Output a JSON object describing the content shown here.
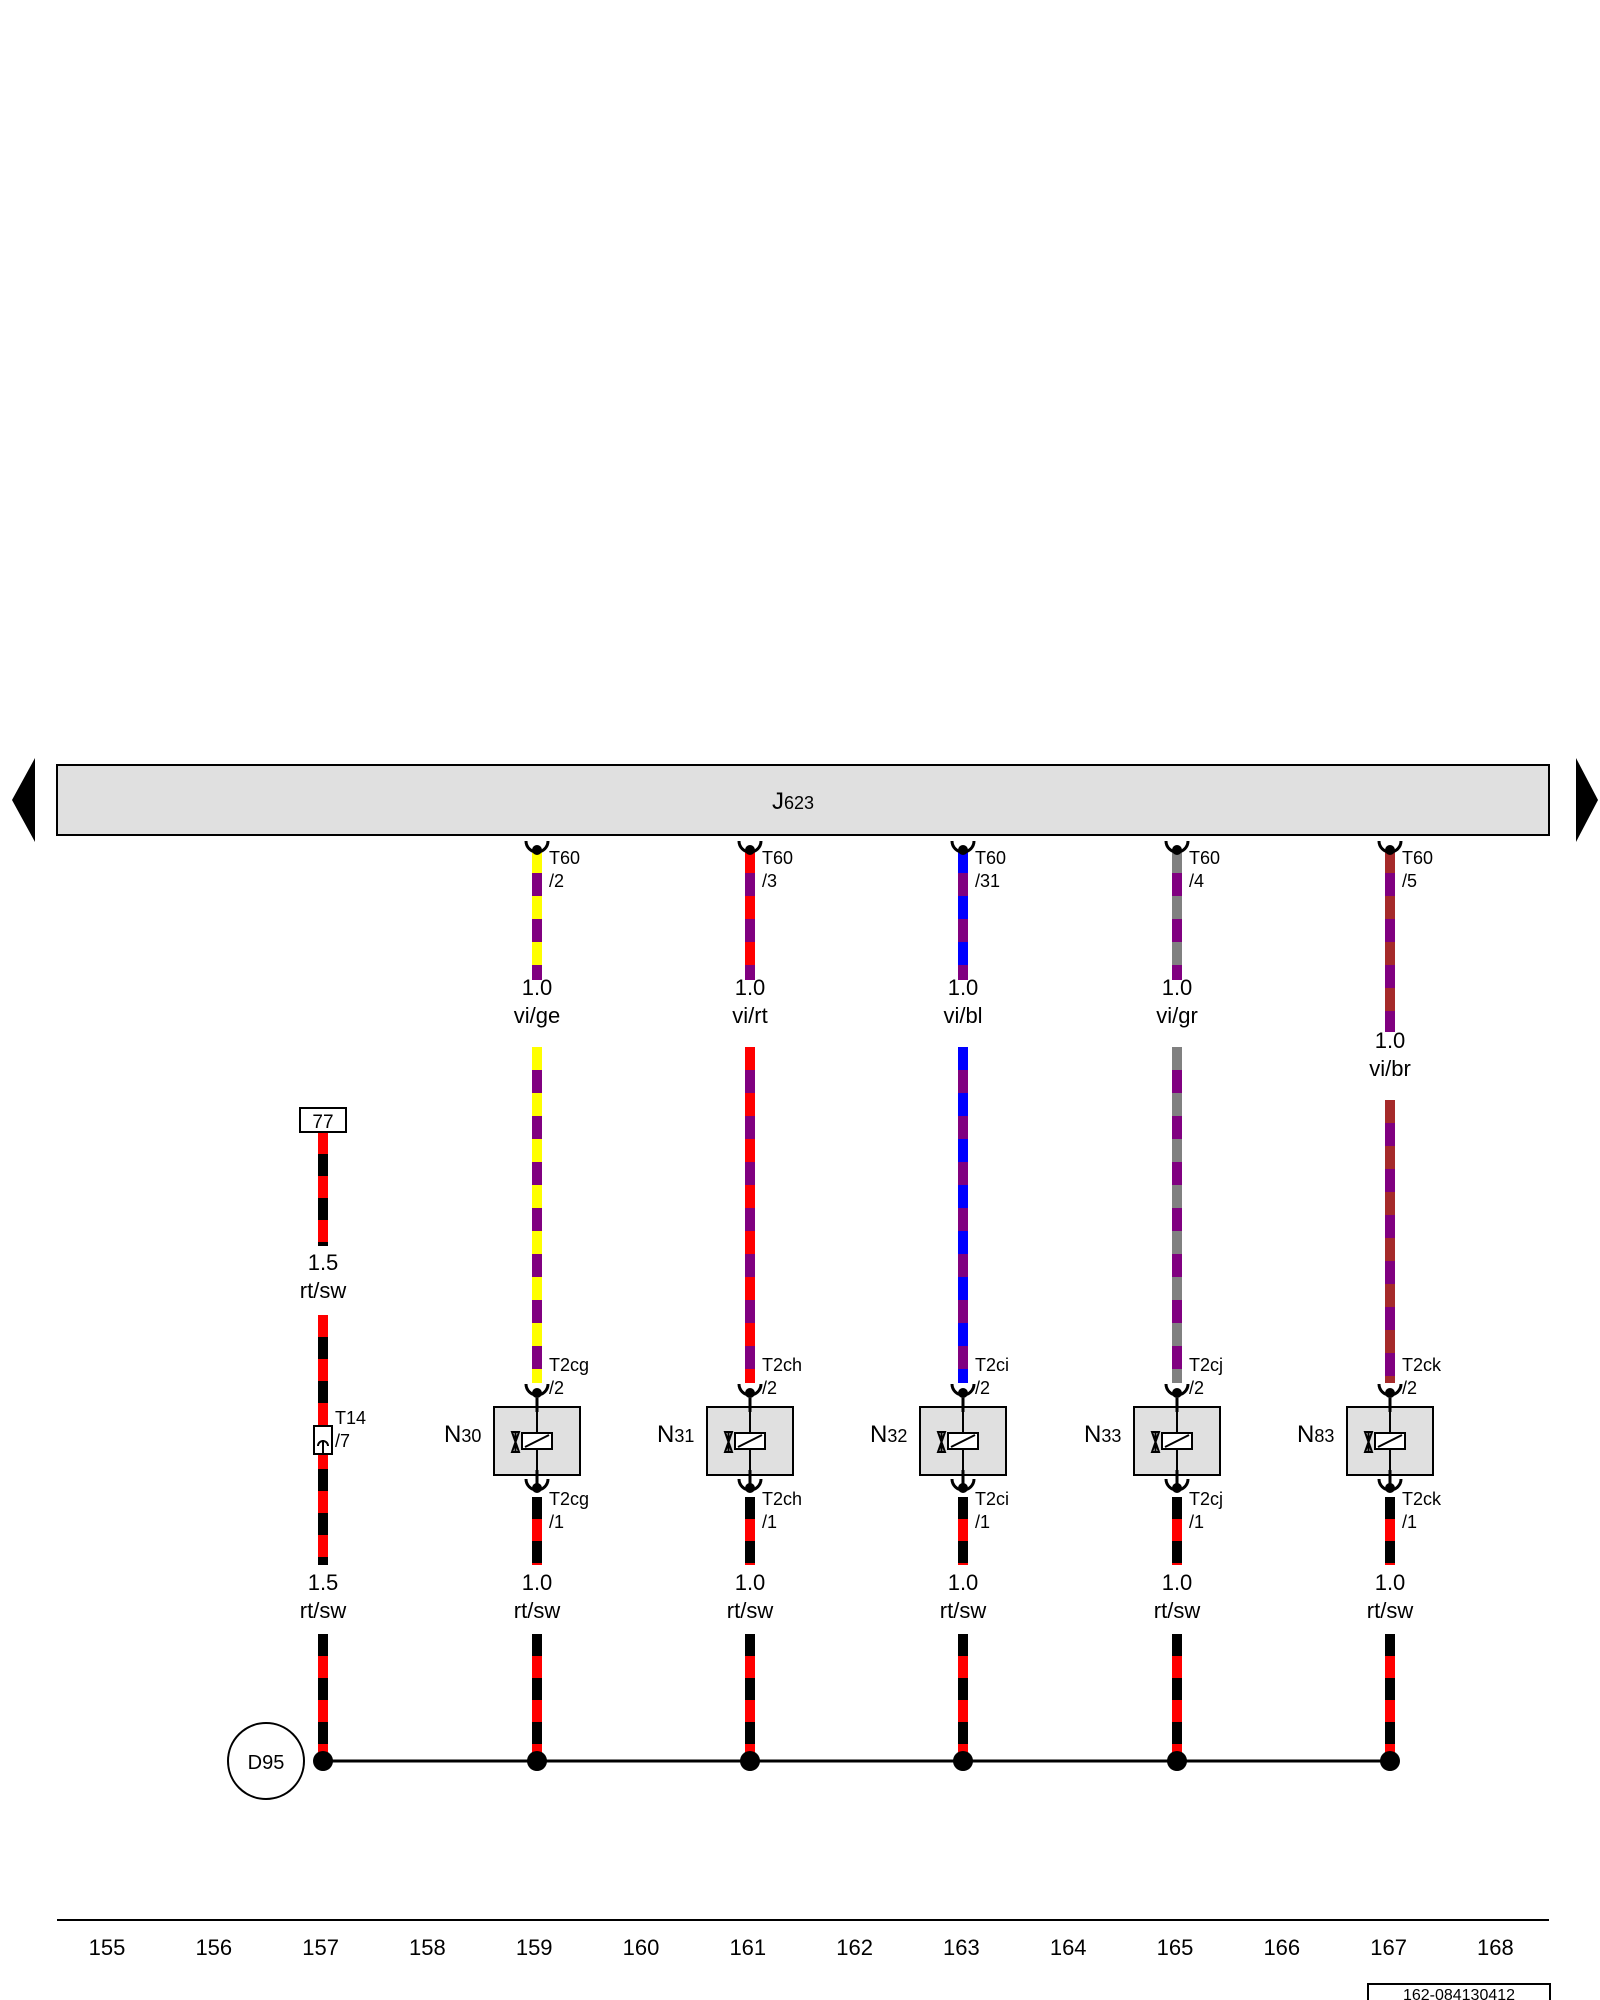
{
  "module": {
    "name_letter": "J",
    "name_number": "623"
  },
  "wires": [
    {
      "top_connector": "T60",
      "top_pin": "/2",
      "upper_label": {
        "size": "1.0",
        "color": "vi/ge"
      },
      "upper_colors": [
        "#800080",
        "#ffff00"
      ],
      "component": {
        "letter": "N",
        "number": "30"
      },
      "comp_top_connector": "T2cg",
      "comp_top_pin": "/2",
      "comp_bottom_connector": "T2cg",
      "comp_bottom_pin": "/1",
      "lower_label": {
        "size": "1.0",
        "color": "rt/sw"
      },
      "lower_colors": [
        "#ff0000",
        "#000000"
      ]
    },
    {
      "top_connector": "T60",
      "top_pin": "/3",
      "upper_label": {
        "size": "1.0",
        "color": "vi/rt"
      },
      "upper_colors": [
        "#800080",
        "#ff0000"
      ],
      "component": {
        "letter": "N",
        "number": "31"
      },
      "comp_top_connector": "T2ch",
      "comp_top_pin": "/2",
      "comp_bottom_connector": "T2ch",
      "comp_bottom_pin": "/1",
      "lower_label": {
        "size": "1.0",
        "color": "rt/sw"
      },
      "lower_colors": [
        "#ff0000",
        "#000000"
      ]
    },
    {
      "top_connector": "T60",
      "top_pin": "/31",
      "upper_label": {
        "size": "1.0",
        "color": "vi/bl"
      },
      "upper_colors": [
        "#800080",
        "#0000ff"
      ],
      "component": {
        "letter": "N",
        "number": "32"
      },
      "comp_top_connector": "T2ci",
      "comp_top_pin": "/2",
      "comp_bottom_connector": "T2ci",
      "comp_bottom_pin": "/1",
      "lower_label": {
        "size": "1.0",
        "color": "rt/sw"
      },
      "lower_colors": [
        "#ff0000",
        "#000000"
      ]
    },
    {
      "top_connector": "T60",
      "top_pin": "/4",
      "upper_label": {
        "size": "1.0",
        "color": "vi/gr"
      },
      "upper_colors": [
        "#800080",
        "#808080"
      ],
      "component": {
        "letter": "N",
        "number": "33"
      },
      "comp_top_connector": "T2cj",
      "comp_top_pin": "/2",
      "comp_bottom_connector": "T2cj",
      "comp_bottom_pin": "/1",
      "lower_label": {
        "size": "1.0",
        "color": "rt/sw"
      },
      "lower_colors": [
        "#ff0000",
        "#000000"
      ]
    },
    {
      "top_connector": "T60",
      "top_pin": "/5",
      "upper_label": {
        "size": "1.0",
        "color": "vi/br"
      },
      "upper_colors": [
        "#800080",
        "#a52a2a"
      ],
      "component": {
        "letter": "N",
        "number": "83"
      },
      "comp_top_connector": "T2ck",
      "comp_top_pin": "/2",
      "comp_bottom_connector": "T2ck",
      "comp_bottom_pin": "/1",
      "lower_label": {
        "size": "1.0",
        "color": "rt/sw"
      },
      "lower_colors": [
        "#ff0000",
        "#000000"
      ]
    }
  ],
  "supply": {
    "ref_box": "77",
    "upper_label": {
      "size": "1.5",
      "color": "rt/sw"
    },
    "connector": "T14",
    "pin": "/7",
    "lower_label": {
      "size": "1.5",
      "color": "rt/sw"
    },
    "colors": [
      "#ff0000",
      "#000000"
    ]
  },
  "ground": {
    "name": "D95"
  },
  "columns": [
    "155",
    "156",
    "157",
    "158",
    "159",
    "160",
    "161",
    "162",
    "163",
    "164",
    "165",
    "166",
    "167",
    "168"
  ],
  "drawing_id": "162-084130412"
}
